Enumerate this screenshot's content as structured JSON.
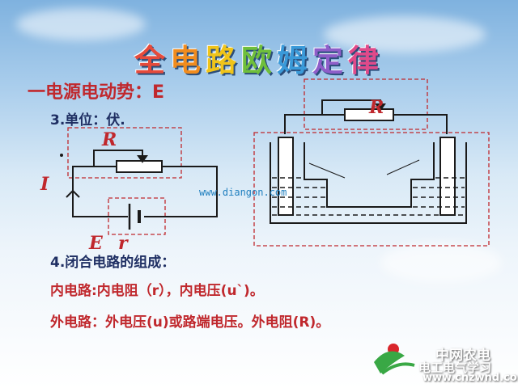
{
  "title": {
    "chars": [
      "全",
      "电",
      "路",
      "欧",
      "姆",
      "定",
      "律"
    ],
    "colors": [
      "#e64b3c",
      "#f08c1f",
      "#f0c419",
      "#6fbf3b",
      "#3a9ad9",
      "#8e5ec9",
      "#e04a8a"
    ]
  },
  "section_heading": "一电源电动势：E",
  "unit_line": "3.单位：伏.",
  "composition_line": "4.闭合电路的组成：",
  "inner_circuit": "内电路:内电阻（r），内电压(u`)。",
  "outer_circuit": "外电路：外电压(u)或路端电压。外电阻(R)。",
  "website": "www.diangon.com",
  "labels": {
    "R": "R",
    "I": "I",
    "E": "E",
    "r": "r",
    "R_right": "R"
  },
  "watermark": {
    "line1": "中网农电",
    "line2": "电工电气学习",
    "line3": "www.cnzwnd.com"
  },
  "colors": {
    "label_red": "#c0282d",
    "text_navy": "#1f2f63",
    "dash_red": "#c0282d",
    "wire": "#1a1a1a"
  }
}
